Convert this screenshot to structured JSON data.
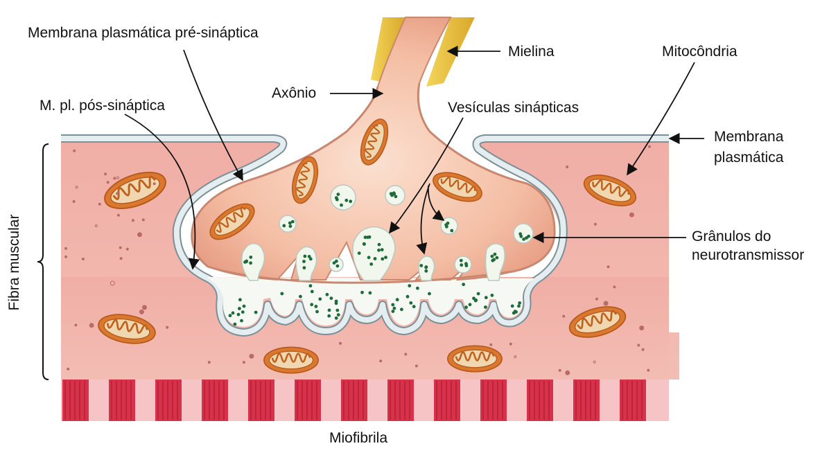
{
  "labels": {
    "pre_membrane": "Membrana plasmática pré-sináptica",
    "myelin": "Mielina",
    "mitochondria": "Mitocôndria",
    "axon": "Axônio",
    "post_membrane": "M. pl. pós-sináptica",
    "vesicles": "Vesículas sinápticas",
    "plasma_membrane_line1": "Membrana",
    "plasma_membrane_line2": "plasmática",
    "granules_line1": "Grânulos do",
    "granules_line2": "neurotransmissor",
    "muscle_fiber": "Fibra muscular",
    "myofibril": "Miofibrila"
  },
  "icons": [
    "mitochondrion-icon",
    "synaptic-vesicle-icon",
    "neurotransmitter-granule-icon"
  ],
  "colors": {
    "muscle": "#f2b3ab",
    "axon": "#f5c2a8",
    "myelin": "#e8c13a",
    "membrane": "#d9e6ea",
    "mitochondria": "#d9782e",
    "granules": "#1e6b3a",
    "myofibril": "#d8324a"
  }
}
